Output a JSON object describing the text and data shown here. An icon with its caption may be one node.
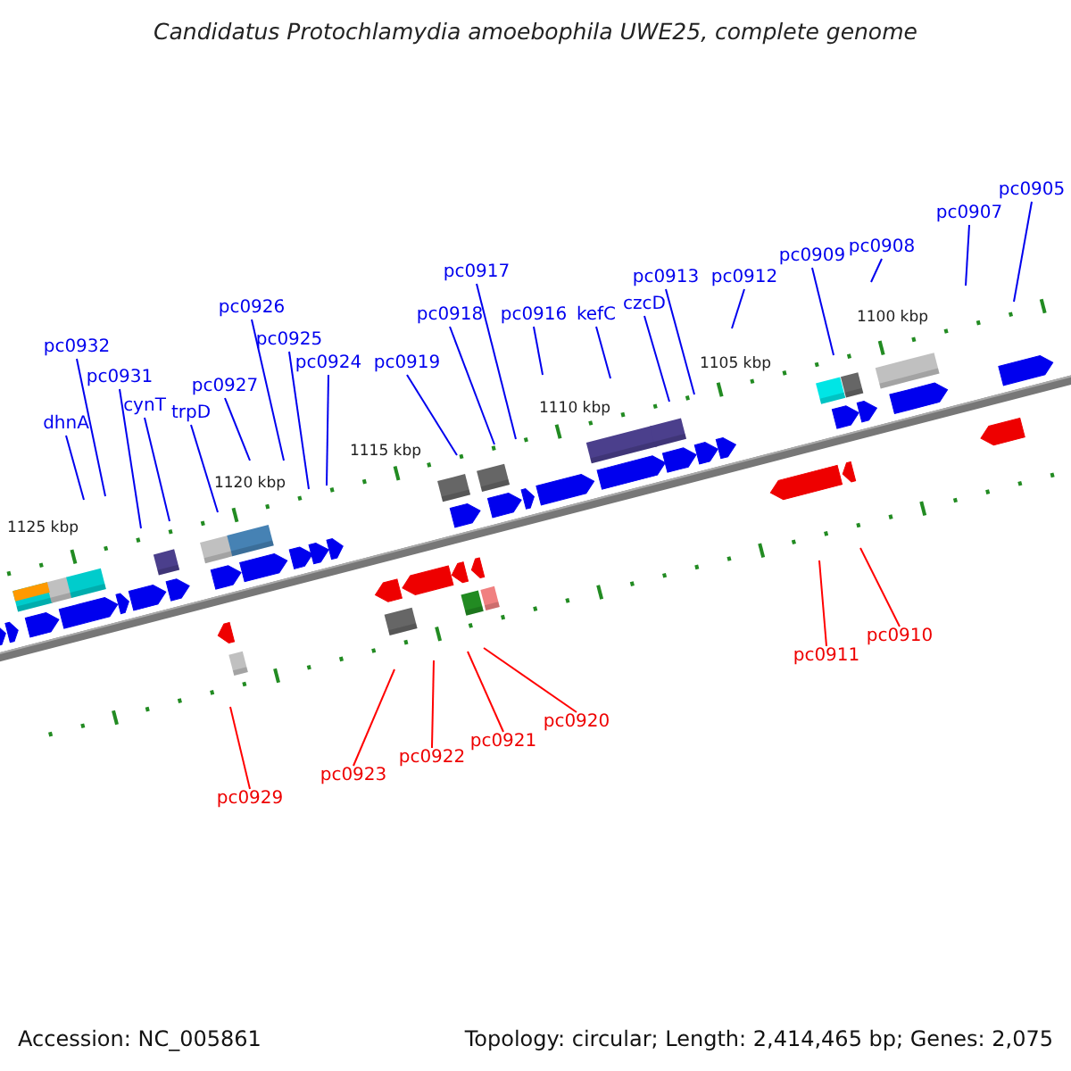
{
  "diagram": {
    "title": "Candidatus Protochlamydia amoebophila UWE25, complete genome",
    "nodes": [
      {
        "text": [
          "dhnA"
        ]
      },
      {
        "text": [
          "pc0932"
        ]
      },
      {
        "text": [
          "pc0931"
        ]
      },
      {
        "text": [
          "cynT"
        ]
      },
      {
        "text": [
          "trpD"
        ]
      },
      {
        "text": [
          "pc0927"
        ]
      },
      {
        "text": [
          "pc0926"
        ]
      },
      {
        "text": [
          "pc0925"
        ]
      },
      {
        "text": [
          "pc0924"
        ]
      },
      {
        "text": [
          "pc0919"
        ]
      },
      {
        "text": [
          "pc0918"
        ]
      },
      {
        "text": [
          "pc0917"
        ]
      },
      {
        "text": [
          "pc0916"
        ]
      },
      {
        "text": [
          "kefC"
        ]
      },
      {
        "text": [
          "czcD"
        ]
      },
      {
        "text": [
          "pc0913"
        ]
      },
      {
        "text": [
          "pc0912"
        ]
      },
      {
        "text": [
          "pc0909"
        ]
      },
      {
        "text": [
          "pc0908"
        ]
      },
      {
        "text": [
          "pc0907"
        ]
      },
      {
        "text": [
          "pc0905"
        ]
      },
      {
        "text": [
          "pc0929"
        ]
      },
      {
        "text": [
          "pc0923"
        ]
      },
      {
        "text": [
          "pc0922"
        ]
      },
      {
        "text": [
          "pc0921"
        ]
      },
      {
        "text": [
          "pc0920"
        ]
      },
      {
        "text": [
          "pc0911"
        ]
      },
      {
        "text": [
          "pc0910"
        ]
      }
    ],
    "edges": [
      {
        "from": 0,
        "to": null,
        "arrow": "none"
      },
      {
        "from": 1,
        "to": null,
        "arrow": "none"
      },
      {
        "from": 2,
        "to": null,
        "arrow": "none"
      },
      {
        "from": 3,
        "to": null,
        "arrow": "none"
      },
      {
        "from": 4,
        "to": null,
        "arrow": "none"
      },
      {
        "from": 5,
        "to": null,
        "arrow": "none"
      },
      {
        "from": 6,
        "to": null,
        "arrow": "none"
      },
      {
        "from": 7,
        "to": null,
        "arrow": "none"
      },
      {
        "from": 8,
        "to": null,
        "arrow": "none"
      },
      {
        "from": 9,
        "to": null,
        "arrow": "none"
      },
      {
        "from": 10,
        "to": null,
        "arrow": "none"
      },
      {
        "from": 11,
        "to": null,
        "arrow": "none"
      },
      {
        "from": 12,
        "to": null,
        "arrow": "none"
      },
      {
        "from": 13,
        "to": null,
        "arrow": "none"
      },
      {
        "from": 14,
        "to": null,
        "arrow": "none"
      },
      {
        "from": 15,
        "to": null,
        "arrow": "none"
      },
      {
        "from": 16,
        "to": null,
        "arrow": "none"
      },
      {
        "from": 17,
        "to": null,
        "arrow": "none"
      },
      {
        "from": 18,
        "to": null,
        "arrow": "none"
      },
      {
        "from": 19,
        "to": null,
        "arrow": "none"
      },
      {
        "from": 20,
        "to": null,
        "arrow": "none"
      },
      {
        "from": 21,
        "to": null,
        "arrow": "none",
        "color": "#ff0000"
      },
      {
        "from": 22,
        "to": null,
        "arrow": "none",
        "color": "#ff0000"
      },
      {
        "from": 23,
        "to": null,
        "arrow": "none",
        "color": "#ff0000"
      },
      {
        "from": 24,
        "to": null,
        "arrow": "none",
        "color": "#ff0000"
      },
      {
        "from": 25,
        "to": null,
        "arrow": "none",
        "color": "#ff0000"
      },
      {
        "from": 26,
        "to": null,
        "arrow": "none",
        "color": "#ff0000"
      },
      {
        "from": 27,
        "to": null,
        "arrow": "none",
        "color": "#ff0000"
      }
    ],
    "labels": [
      "1125 kbp",
      "1120 kbp",
      "1115 kbp",
      "1110 kbp",
      "1105 kbp",
      "1100 kbp",
      "Accession: NC_005861",
      "Topology: circular; Length: 2,414,465 bp; Genes: 2,075"
    ]
  }
}
